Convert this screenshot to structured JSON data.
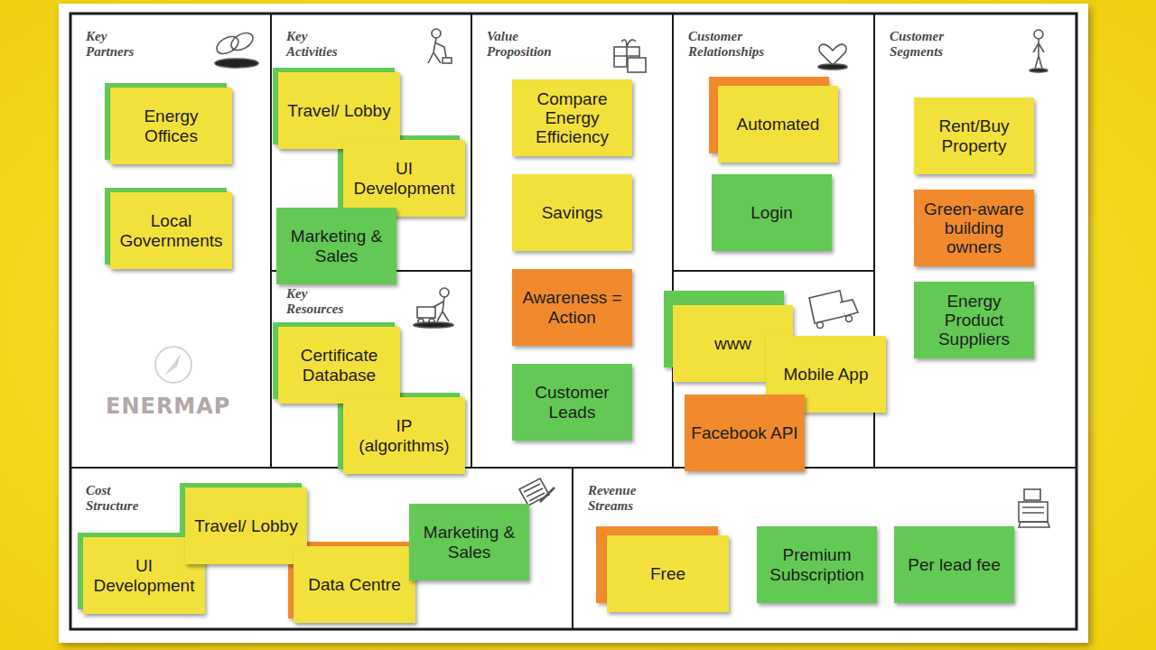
{
  "diagram": {
    "nodes": [
      {
        "text": [
          "Key Partners"
        ]
      },
      {
        "text": [
          "Energy Offices"
        ],
        "in": 0
      },
      {
        "text": [
          "Local Governments"
        ],
        "in": 0
      },
      {
        "text": [
          "Key Activities"
        ]
      },
      {
        "text": [
          "Travel/ Lobby"
        ],
        "in": 3
      },
      {
        "text": [
          "UI Development"
        ],
        "in": 3
      },
      {
        "text": [
          "Marketing & Sales"
        ],
        "in": 3
      },
      {
        "text": [
          "Key Resources"
        ]
      },
      {
        "text": [
          "Certificate Database"
        ],
        "in": 7
      },
      {
        "text": [
          "IP (algorithms)"
        ],
        "in": 7
      },
      {
        "text": [
          "Value Proposition"
        ]
      },
      {
        "text": [
          "Compare Energy Efficiency"
        ],
        "in": 10
      },
      {
        "text": [
          "Savings"
        ],
        "in": 10
      },
      {
        "text": [
          "Awareness = Action"
        ],
        "in": 10
      },
      {
        "text": [
          "Customer Leads"
        ],
        "in": 10
      },
      {
        "text": [
          "Customer Relationships"
        ]
      },
      {
        "text": [
          "Automated"
        ],
        "in": 15
      },
      {
        "text": [
          "Login"
        ],
        "in": 15
      },
      {
        "text": [
          "www"
        ]
      },
      {
        "text": [
          "Mobile App"
        ]
      },
      {
        "text": [
          "Facebook API"
        ]
      },
      {
        "text": [
          "Customer Segments"
        ]
      },
      {
        "text": [
          "Rent/Buy Property"
        ],
        "in": 21
      },
      {
        "text": [
          "Green-aware building owners"
        ],
        "in": 21
      },
      {
        "text": [
          "Energy Product Suppliers"
        ],
        "in": 21
      },
      {
        "text": [
          "Cost Structure"
        ]
      },
      {
        "text": [
          "UI Development"
        ],
        "in": 25
      },
      {
        "text": [
          "Travel/ Lobby"
        ],
        "in": 25
      },
      {
        "text": [
          "Data Centre"
        ],
        "in": 25
      },
      {
        "text": [
          "Marketing & Sales"
        ],
        "in": 25
      },
      {
        "text": [
          "Revenue Streams"
        ]
      },
      {
        "text": [
          "Free"
        ],
        "in": 30
      },
      {
        "text": [
          "Premium Subscription"
        ],
        "in": 30
      },
      {
        "text": [
          "Per lead fee"
        ],
        "in": 30
      }
    ],
    "labels": [
      "ENERMAP"
    ]
  }
}
